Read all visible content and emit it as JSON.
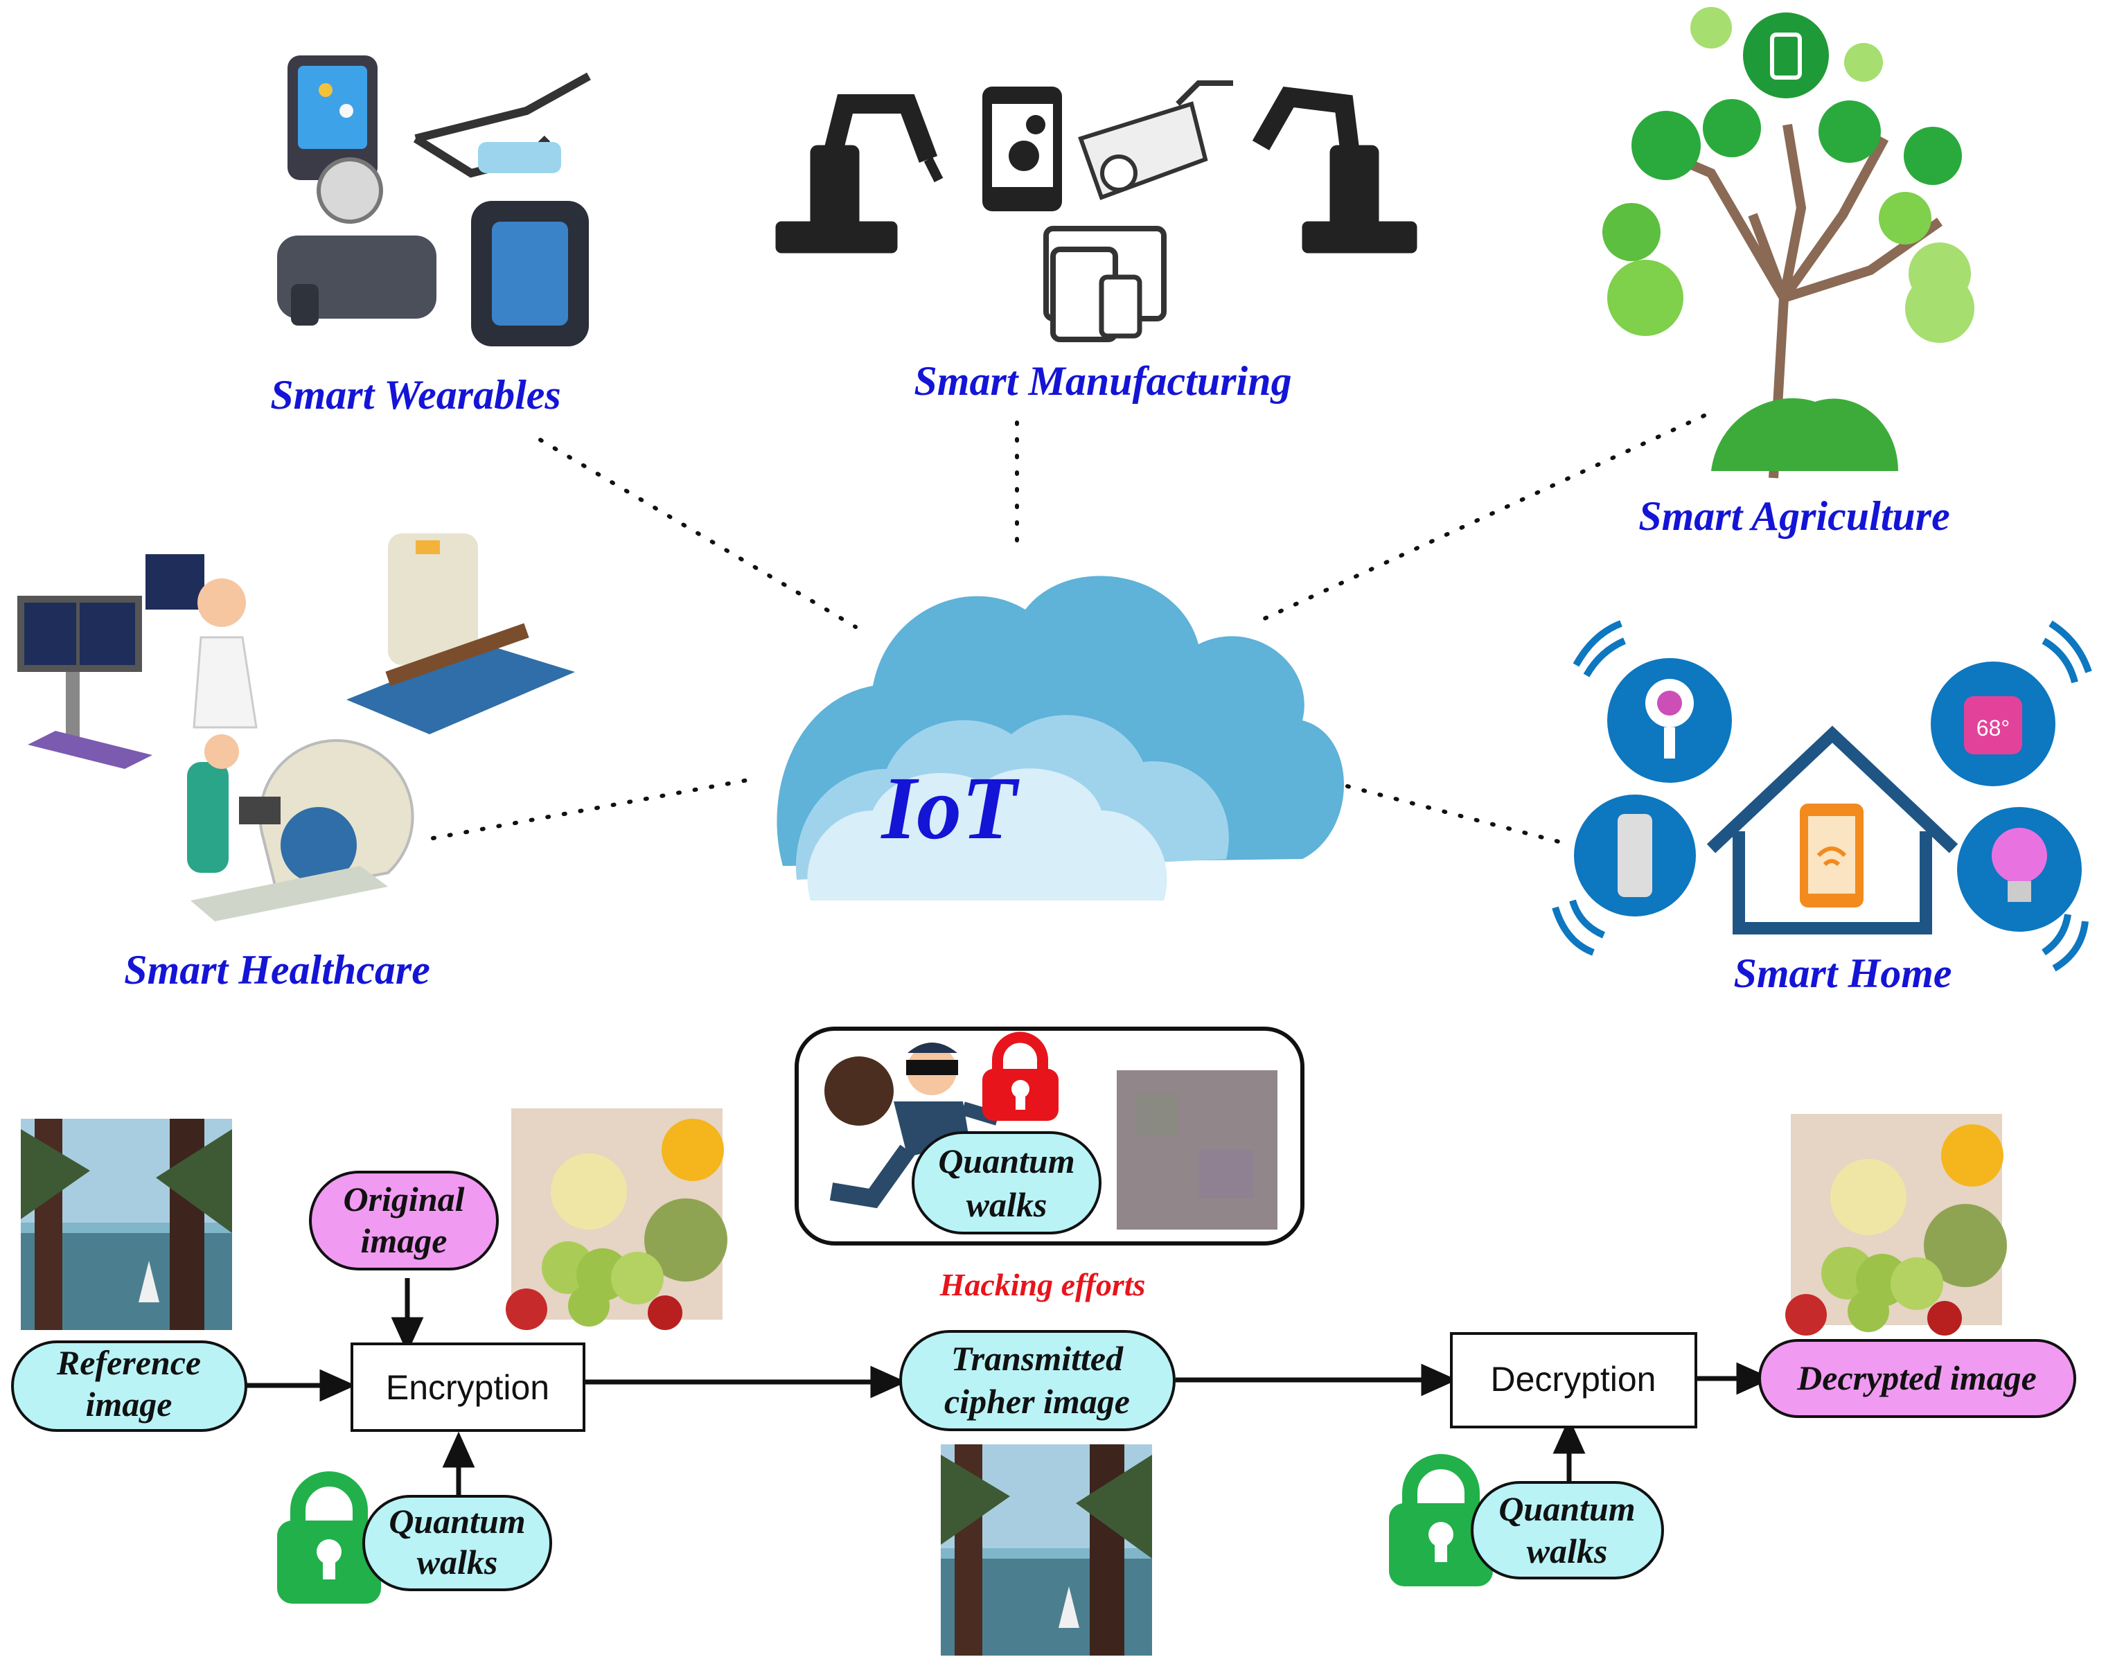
{
  "center": {
    "label": "IoT"
  },
  "applications": {
    "wearables": "Smart Wearables",
    "manufacturing": "Smart Manufacturing",
    "agriculture": "Smart Agriculture",
    "healthcare": "Smart Healthcare",
    "home": "Smart Home"
  },
  "home_thermostat": "68°",
  "pipeline": {
    "reference_image": [
      "Reference",
      "image"
    ],
    "original_image": [
      "Original",
      "image"
    ],
    "encryption": "Encryption",
    "encryption_key": [
      "Quantum",
      "walks"
    ],
    "transmitted": [
      "Transmitted",
      "cipher image"
    ],
    "decryption": "Decryption",
    "decryption_key": [
      "Quantum",
      "walks"
    ],
    "decrypted_image": "Decrypted image"
  },
  "attack": {
    "key": [
      "Quantum",
      "walks"
    ],
    "caption": "Hacking efforts"
  },
  "colors": {
    "label_blue": "#1414d6",
    "pill_cyan": "#b9f3f6",
    "pill_pink": "#f09af2",
    "lock_green": "#22b04a",
    "lock_red": "#e8141b",
    "cloud_dark": "#5fb2d8",
    "cloud_light": "#d8eef8"
  }
}
